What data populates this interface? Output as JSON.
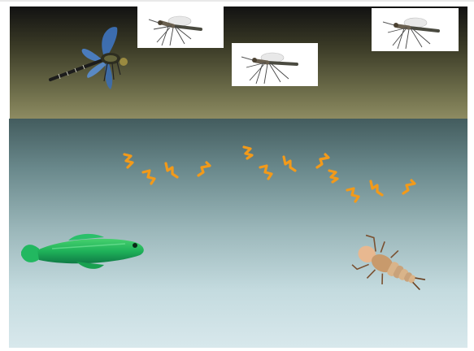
{
  "colors": {
    "sky_top": "#121212",
    "sky_bottom": "#8e8c62",
    "water_top": "#435c5e",
    "water_bottom": "#d8e8ec",
    "larva": "#f29a1a",
    "fish": "#1fb25a",
    "dragonfly_wing": "#3f78c8",
    "nymph": "#d9b48a"
  },
  "scene": {
    "sky": {
      "animals": [
        "dragonfly",
        "mosquito",
        "mosquito",
        "mosquito"
      ]
    },
    "water": {
      "animals": [
        "fish",
        "dragonfly-nymph"
      ],
      "mosquito_larvae_count": 12
    }
  }
}
